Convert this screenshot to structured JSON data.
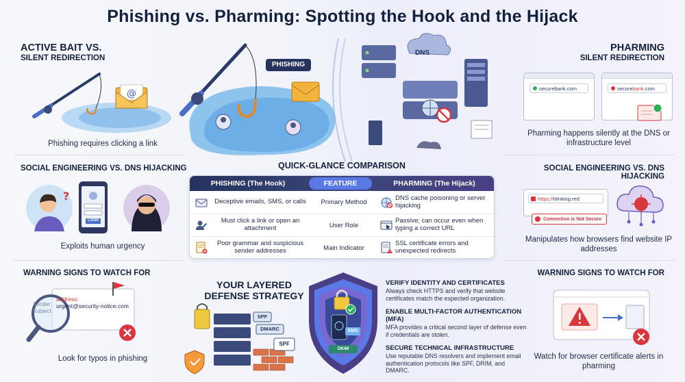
{
  "title": "Phishing vs. Pharming: Spotting the Hook and the Hijack",
  "left": {
    "heading_line1": "ACTIVE BAIT VS.",
    "heading_line2": "SILENT REDIRECTION",
    "caption1": "Phishing requires clicking a link",
    "section2_heading": "SOCIAL ENGINEERING VS. DNS HIJACKING",
    "login_label": "LOGIN",
    "caption2": "Exploits human urgency",
    "section3_heading": "WARNING SIGNS TO WATCH FOR",
    "email_sender": "Sender",
    "email_subject": "Subject",
    "email_address_label": "address:",
    "email_address_value": "urgent@security-notice.com",
    "caption3": "Look for typos in phishing"
  },
  "center": {
    "phishing_tag": "PHISHING",
    "dns_label": "DNS",
    "comparison_title": "QUICK-GLANCE COMPARISON",
    "columns": [
      "PHISHING (The Hook)",
      "FEATURE",
      "PHARMING (The Hijack)"
    ],
    "rows": [
      {
        "phishing": "Deceptive emails, SMS, or calls",
        "feature": "Primary Method",
        "pharming": "DNS cache poisoning or server hijacking",
        "phishing_icon": "envelope-icon",
        "pharming_icon": "globe-blocked-icon"
      },
      {
        "phishing": "Must click a link or open an attachment",
        "feature": "User Role",
        "pharming": "Passive; can occur even when typing a correct URL",
        "phishing_icon": "user-link-icon",
        "pharming_icon": "browser-cursor-icon"
      },
      {
        "phishing": "Poor grammar and suspicious sender addresses",
        "feature": "Main Indicator",
        "pharming": "SSL certificate errors and unexpected redirects",
        "phishing_icon": "document-error-icon",
        "pharming_icon": "document-warning-icon"
      }
    ],
    "defense_title_line1": "YOUR LAYERED",
    "defense_title_line2": "DEFENSE STRATEGY",
    "badge_spf": "SPF",
    "badge_dmarc": "DMARC",
    "badge_spf2": "SPF",
    "sms_label": "SMS",
    "dkim_label": "DKIM"
  },
  "tips": [
    {
      "heading": "VERIFY IDENTITY AND CERTIFICATES",
      "body": "Always check HTTPS and verify that website certificates match the expected organization."
    },
    {
      "heading": "ENABLE MULTI-FACTOR AUTHENTICATION (MFA)",
      "body": "MFA provides a critical second layer of defense even if credentials are stolen."
    },
    {
      "heading": "SECURE TECHNICAL INFRASTRUCTURE",
      "body": "Use reputable DNS resolvers and implement email authentication protocols like SPF, DRIM, and DMARC."
    }
  ],
  "right": {
    "heading_line1": "PHARMING",
    "heading_line2": "SILENT REDIRECTION",
    "browser1_url": "securebank.com",
    "browser2_url_a": "secure",
    "browser2_url_b": "bank",
    "browser2_url_c": ".com",
    "caption1": "Pharming happens silently at the DNS or infrastructure level",
    "section2_heading": "SOCIAL ENGINEERING VS. DNS HIJACKING",
    "url_https": "https://",
    "url_rest": " hlinking.red",
    "not_secure": "Connection is Not Secure",
    "caption2": "Manipulates how browsers find website IP addresses",
    "section3_heading": "WARNING SIGNS TO WATCH FOR",
    "caption3": "Watch for browser certificate alerts in pharming"
  },
  "colors": {
    "navy": "#14213d",
    "accent_blue": "#5a78e6",
    "alert_red": "#d9363e",
    "water_blue": "#7fb6e8",
    "purple": "#6a4fb3"
  }
}
